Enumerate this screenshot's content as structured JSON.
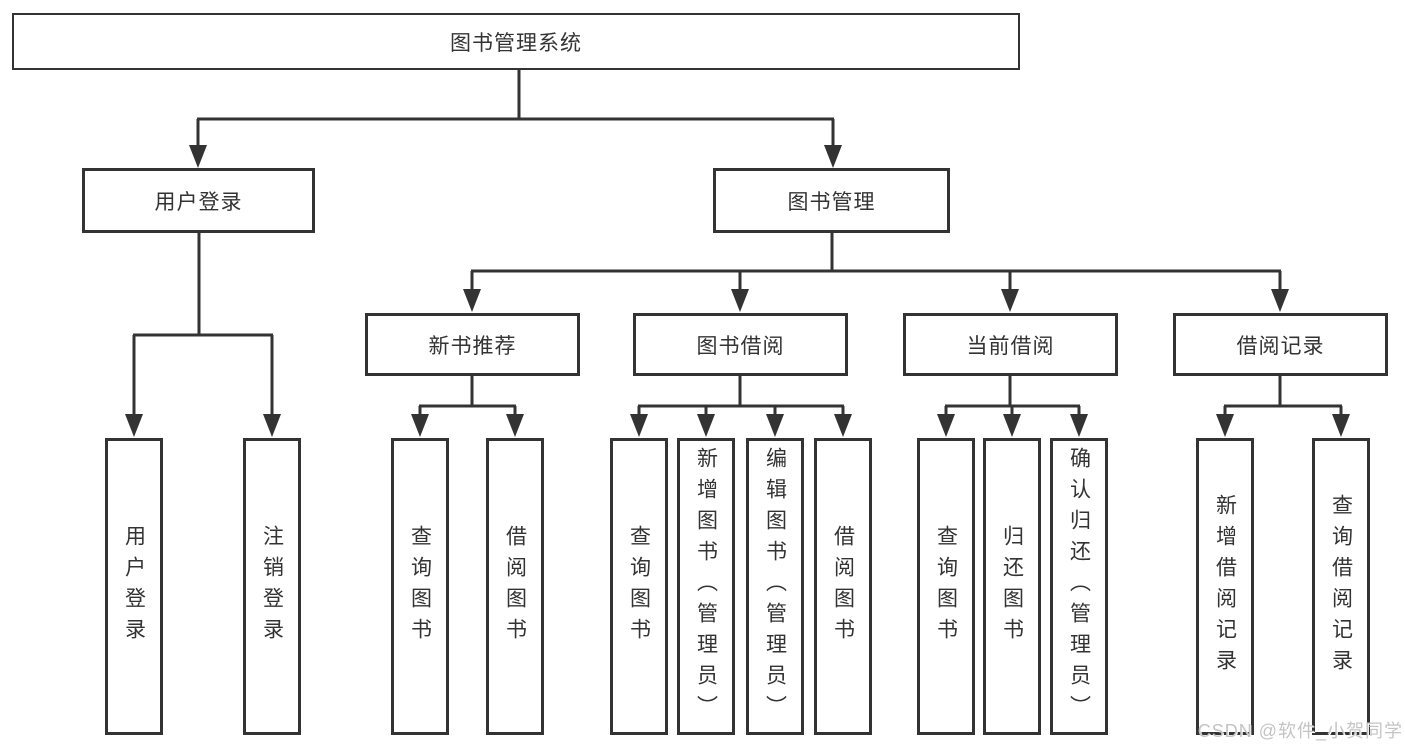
{
  "tree": {
    "root": {
      "label": "图书管理系统",
      "children": [
        {
          "label": "用户登录",
          "children": [
            {
              "label": "用户登录"
            },
            {
              "label": "注销登录"
            }
          ]
        },
        {
          "label": "图书管理",
          "children": [
            {
              "label": "新书推荐",
              "children": [
                {
                  "label": "查询图书"
                },
                {
                  "label": "借阅图书"
                }
              ]
            },
            {
              "label": "图书借阅",
              "children": [
                {
                  "label": "查询图书"
                },
                {
                  "label": "新增图书（管理员）"
                },
                {
                  "label": "编辑图书（管理员）"
                },
                {
                  "label": "借阅图书"
                }
              ]
            },
            {
              "label": "当前借阅",
              "children": [
                {
                  "label": "查询图书"
                },
                {
                  "label": "归还图书"
                },
                {
                  "label": "确认归还（管理员）"
                }
              ]
            },
            {
              "label": "借阅记录",
              "children": [
                {
                  "label": "新增借阅记录"
                },
                {
                  "label": "查询借阅记录"
                }
              ]
            }
          ]
        }
      ]
    }
  },
  "watermark": {
    "text": "CSDN @软件_小贺同学"
  },
  "colors": {
    "background": "#ffffff",
    "line": "#333333",
    "box_border": "#333333",
    "text": "#333333",
    "watermark": "#c4c4c4"
  }
}
